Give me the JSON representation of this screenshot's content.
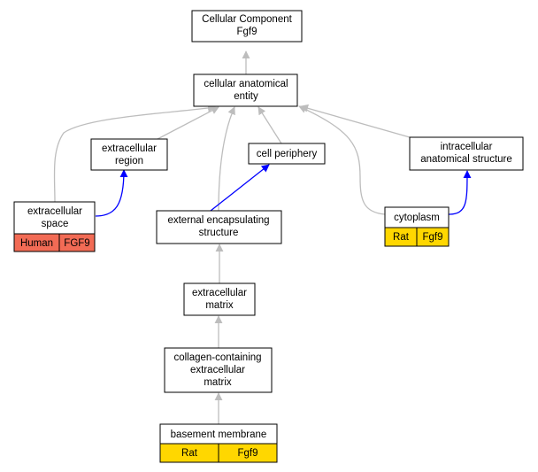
{
  "colors": {
    "node_fill": "#ffffff",
    "node_stroke": "#000000",
    "human_badge": "#f26b55",
    "rat_badge": "#ffd700",
    "edge_gray": "#bdbdbd",
    "edge_blue": "#0000ff"
  },
  "nodes": {
    "root": {
      "lines": [
        "Cellular Component",
        "Fgf9"
      ]
    },
    "cae": {
      "lines": [
        "cellular anatomical",
        "entity"
      ]
    },
    "ecr": {
      "lines": [
        "extracellular",
        "region"
      ]
    },
    "cp": {
      "lines": [
        "cell periphery"
      ]
    },
    "ias": {
      "lines": [
        "intracellular",
        "anatomical structure"
      ]
    },
    "ecs": {
      "lines": [
        "extracellular",
        "space"
      ],
      "species": "Human",
      "gene": "FGF9"
    },
    "ees": {
      "lines": [
        "external encapsulating",
        "structure"
      ]
    },
    "cyto": {
      "lines": [
        "cytoplasm"
      ],
      "species": "Rat",
      "gene": "Fgf9"
    },
    "ecm": {
      "lines": [
        "extracellular",
        "matrix"
      ]
    },
    "ccem": {
      "lines": [
        "collagen-containing",
        "extracellular",
        "matrix"
      ]
    },
    "bm": {
      "lines": [
        "basement membrane"
      ],
      "species": "Rat",
      "gene": "Fgf9"
    }
  },
  "edges": [
    {
      "from": "cae",
      "to": "root",
      "kind": "is_a"
    },
    {
      "from": "ecr",
      "to": "cae",
      "kind": "is_a"
    },
    {
      "from": "cp",
      "to": "cae",
      "kind": "is_a"
    },
    {
      "from": "ias",
      "to": "cae",
      "kind": "is_a"
    },
    {
      "from": "ecs",
      "to": "cae",
      "kind": "is_a"
    },
    {
      "from": "ees",
      "to": "cae",
      "kind": "is_a"
    },
    {
      "from": "cyto",
      "to": "cae",
      "kind": "is_a"
    },
    {
      "from": "ecs",
      "to": "ecr",
      "kind": "part_of"
    },
    {
      "from": "ees",
      "to": "cp",
      "kind": "part_of"
    },
    {
      "from": "cyto",
      "to": "ias",
      "kind": "part_of"
    },
    {
      "from": "ecm",
      "to": "ees",
      "kind": "is_a"
    },
    {
      "from": "ccem",
      "to": "ecm",
      "kind": "is_a"
    },
    {
      "from": "bm",
      "to": "ccem",
      "kind": "is_a"
    }
  ]
}
